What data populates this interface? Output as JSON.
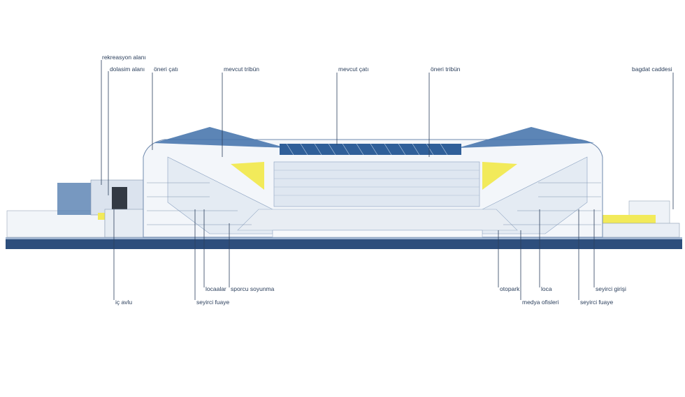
{
  "labels_top": {
    "rekreasyon_alani": "rekreasyon alanı",
    "dolasim_alani": "dolasim alanı",
    "oneri_cati": "öneri çatı",
    "mevcut_tribun": "mevcut tribün",
    "mevcut_cati": "mevcut çatı",
    "oneri_tribun": "öneri tribün",
    "bagdat_caddesi": "bagdat caddesi"
  },
  "labels_bottom": {
    "ic_avlu": "iç avlu",
    "locaalar": "locaalar",
    "seyirci_fuaye_left": "seyirci fuaye",
    "sporcu_soyunma": "sporcu soyunma",
    "otopark": "otopark",
    "loca": "loca",
    "medya_ofisleri": "medya ofisleri",
    "seyirci_girisi": "seyirci girişi",
    "seyirci_fuaye_right": "seyirci fuaye"
  },
  "colors": {
    "roof_blue": "#3d6ea8",
    "structure_blue": "#5b86b8",
    "accent_yellow": "#f2ea5a",
    "ground": "#2d4e7c",
    "line": "#2b3f5c"
  }
}
